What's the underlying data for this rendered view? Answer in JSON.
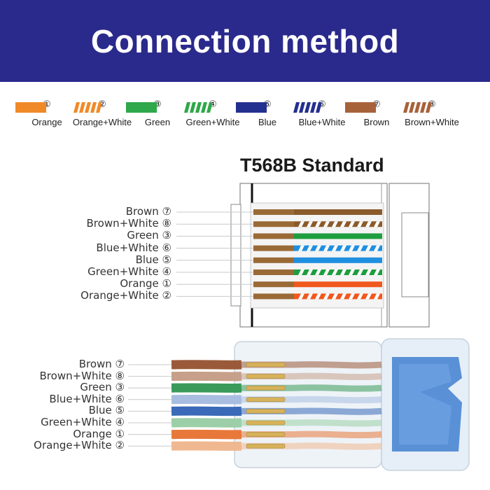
{
  "header": {
    "title": "Connection method"
  },
  "legend": [
    {
      "num": "①",
      "label": "Orange",
      "color": "#f08a28",
      "striped": false
    },
    {
      "num": "②",
      "label": "Orange+White",
      "color": "#f08a28",
      "striped": true
    },
    {
      "num": "③",
      "label": "Green",
      "color": "#2ea84a",
      "striped": false
    },
    {
      "num": "④",
      "label": "Green+White",
      "color": "#2ea84a",
      "striped": true
    },
    {
      "num": "⑤",
      "label": "Blue",
      "color": "#24308f",
      "striped": false
    },
    {
      "num": "⑥",
      "label": "Blue+White",
      "color": "#24308f",
      "striped": true
    },
    {
      "num": "⑦",
      "label": "Brown",
      "color": "#a8623a",
      "striped": false
    },
    {
      "num": "⑧",
      "label": "Brown+White",
      "color": "#a8623a",
      "striped": true
    }
  ],
  "standard": {
    "title": "T568B Standard"
  },
  "pin_order": [
    {
      "label": "Brown ⑦",
      "color": "#8b5a2b",
      "striped": false
    },
    {
      "label": "Brown+White ⑧",
      "color": "#8b5a2b",
      "striped": true
    },
    {
      "label": "Green ③",
      "color": "#1e9e3e",
      "striped": false
    },
    {
      "label": "Blue+White ⑥",
      "color": "#1f8fe0",
      "striped": true
    },
    {
      "label": "Blue ⑤",
      "color": "#1f8fe0",
      "striped": false
    },
    {
      "label": "Green+White ④",
      "color": "#1e9e3e",
      "striped": true
    },
    {
      "label": "Orange ①",
      "color": "#f0581e",
      "striped": false
    },
    {
      "label": "Orange+White ②",
      "color": "#f0581e",
      "striped": true
    }
  ],
  "photo_wires": [
    {
      "label": "Brown ⑦",
      "color": "#9a5a3a"
    },
    {
      "label": "Brown+White ⑧",
      "color": "#c6a08a"
    },
    {
      "label": "Green ③",
      "color": "#3a9a5a"
    },
    {
      "label": "Blue+White ⑥",
      "color": "#a8bde0"
    },
    {
      "label": "Blue ⑤",
      "color": "#3a6ab8"
    },
    {
      "label": "Green+White ④",
      "color": "#9ccfa8"
    },
    {
      "label": "Orange ①",
      "color": "#e8783a"
    },
    {
      "label": "Orange+White ②",
      "color": "#f0b890"
    }
  ]
}
